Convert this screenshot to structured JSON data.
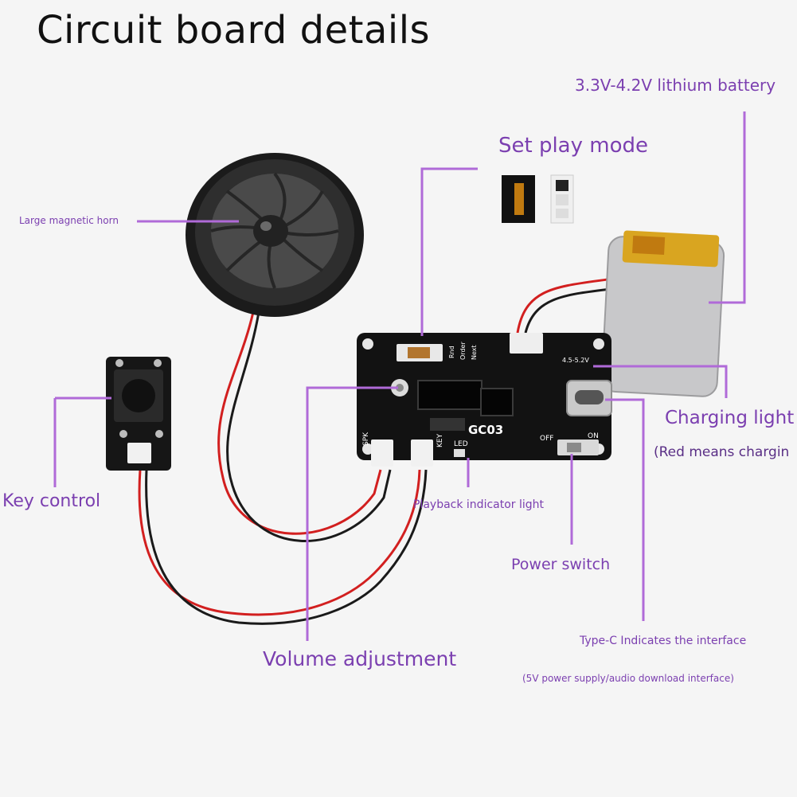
{
  "title": "Circuit board details",
  "labels": {
    "battery": "3.3V-4.2V lithium battery",
    "play_mode": "Set play mode",
    "horn": "Large magnetic horn",
    "charging_light": "Charging light",
    "charging_note": "(Red means chargin",
    "key_control": "Key control",
    "playback_light": "Playback indicator light",
    "power_switch": "Power switch",
    "volume": "Volume adjustment",
    "typec": "Type-C Indicates the interface",
    "typec_note": "(5V power supply/audio download interface)"
  },
  "board_text": {
    "model": "GC03",
    "spk": "SPK",
    "key": "KEY",
    "led": "LED",
    "off": "OFF",
    "on": "ON",
    "voltage": "4.5-5.2V",
    "mode1": "Rnd",
    "mode2": "Order",
    "mode3": "Next"
  },
  "colors": {
    "accent": "#b06ad8",
    "label": "#7b3fb0",
    "board": "#121212",
    "battery": "#c9c9cb",
    "battery_tab": "#d9a520",
    "wire_red": "#d21f1f",
    "wire_black": "#1a1a1a"
  }
}
